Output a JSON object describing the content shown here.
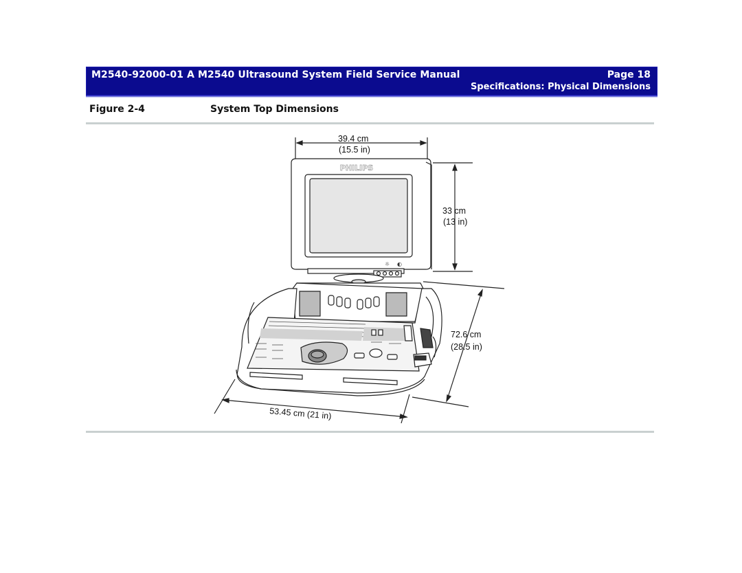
{
  "header": {
    "manual_title": "M2540-92000-01 A M2540 Ultrasound System Field Service Manual",
    "page": "Page 18",
    "section": "Specifications: Physical Dimensions"
  },
  "figure": {
    "label": "Figure 2-4",
    "title": "System Top Dimensions",
    "brand_text": "PHILIPS",
    "dimensions": {
      "width_cm": "39.4 cm",
      "width_in": "(15.5 in)",
      "height_cm": "33 cm",
      "height_in": "(13 in)",
      "depth_cm": "72.6 cm",
      "depth_in": "(28.5 in)",
      "base_width": "53.45 cm (21 in)"
    }
  },
  "colors": {
    "header_band": "#0b0b8f",
    "rule": "#c9d0d0"
  }
}
